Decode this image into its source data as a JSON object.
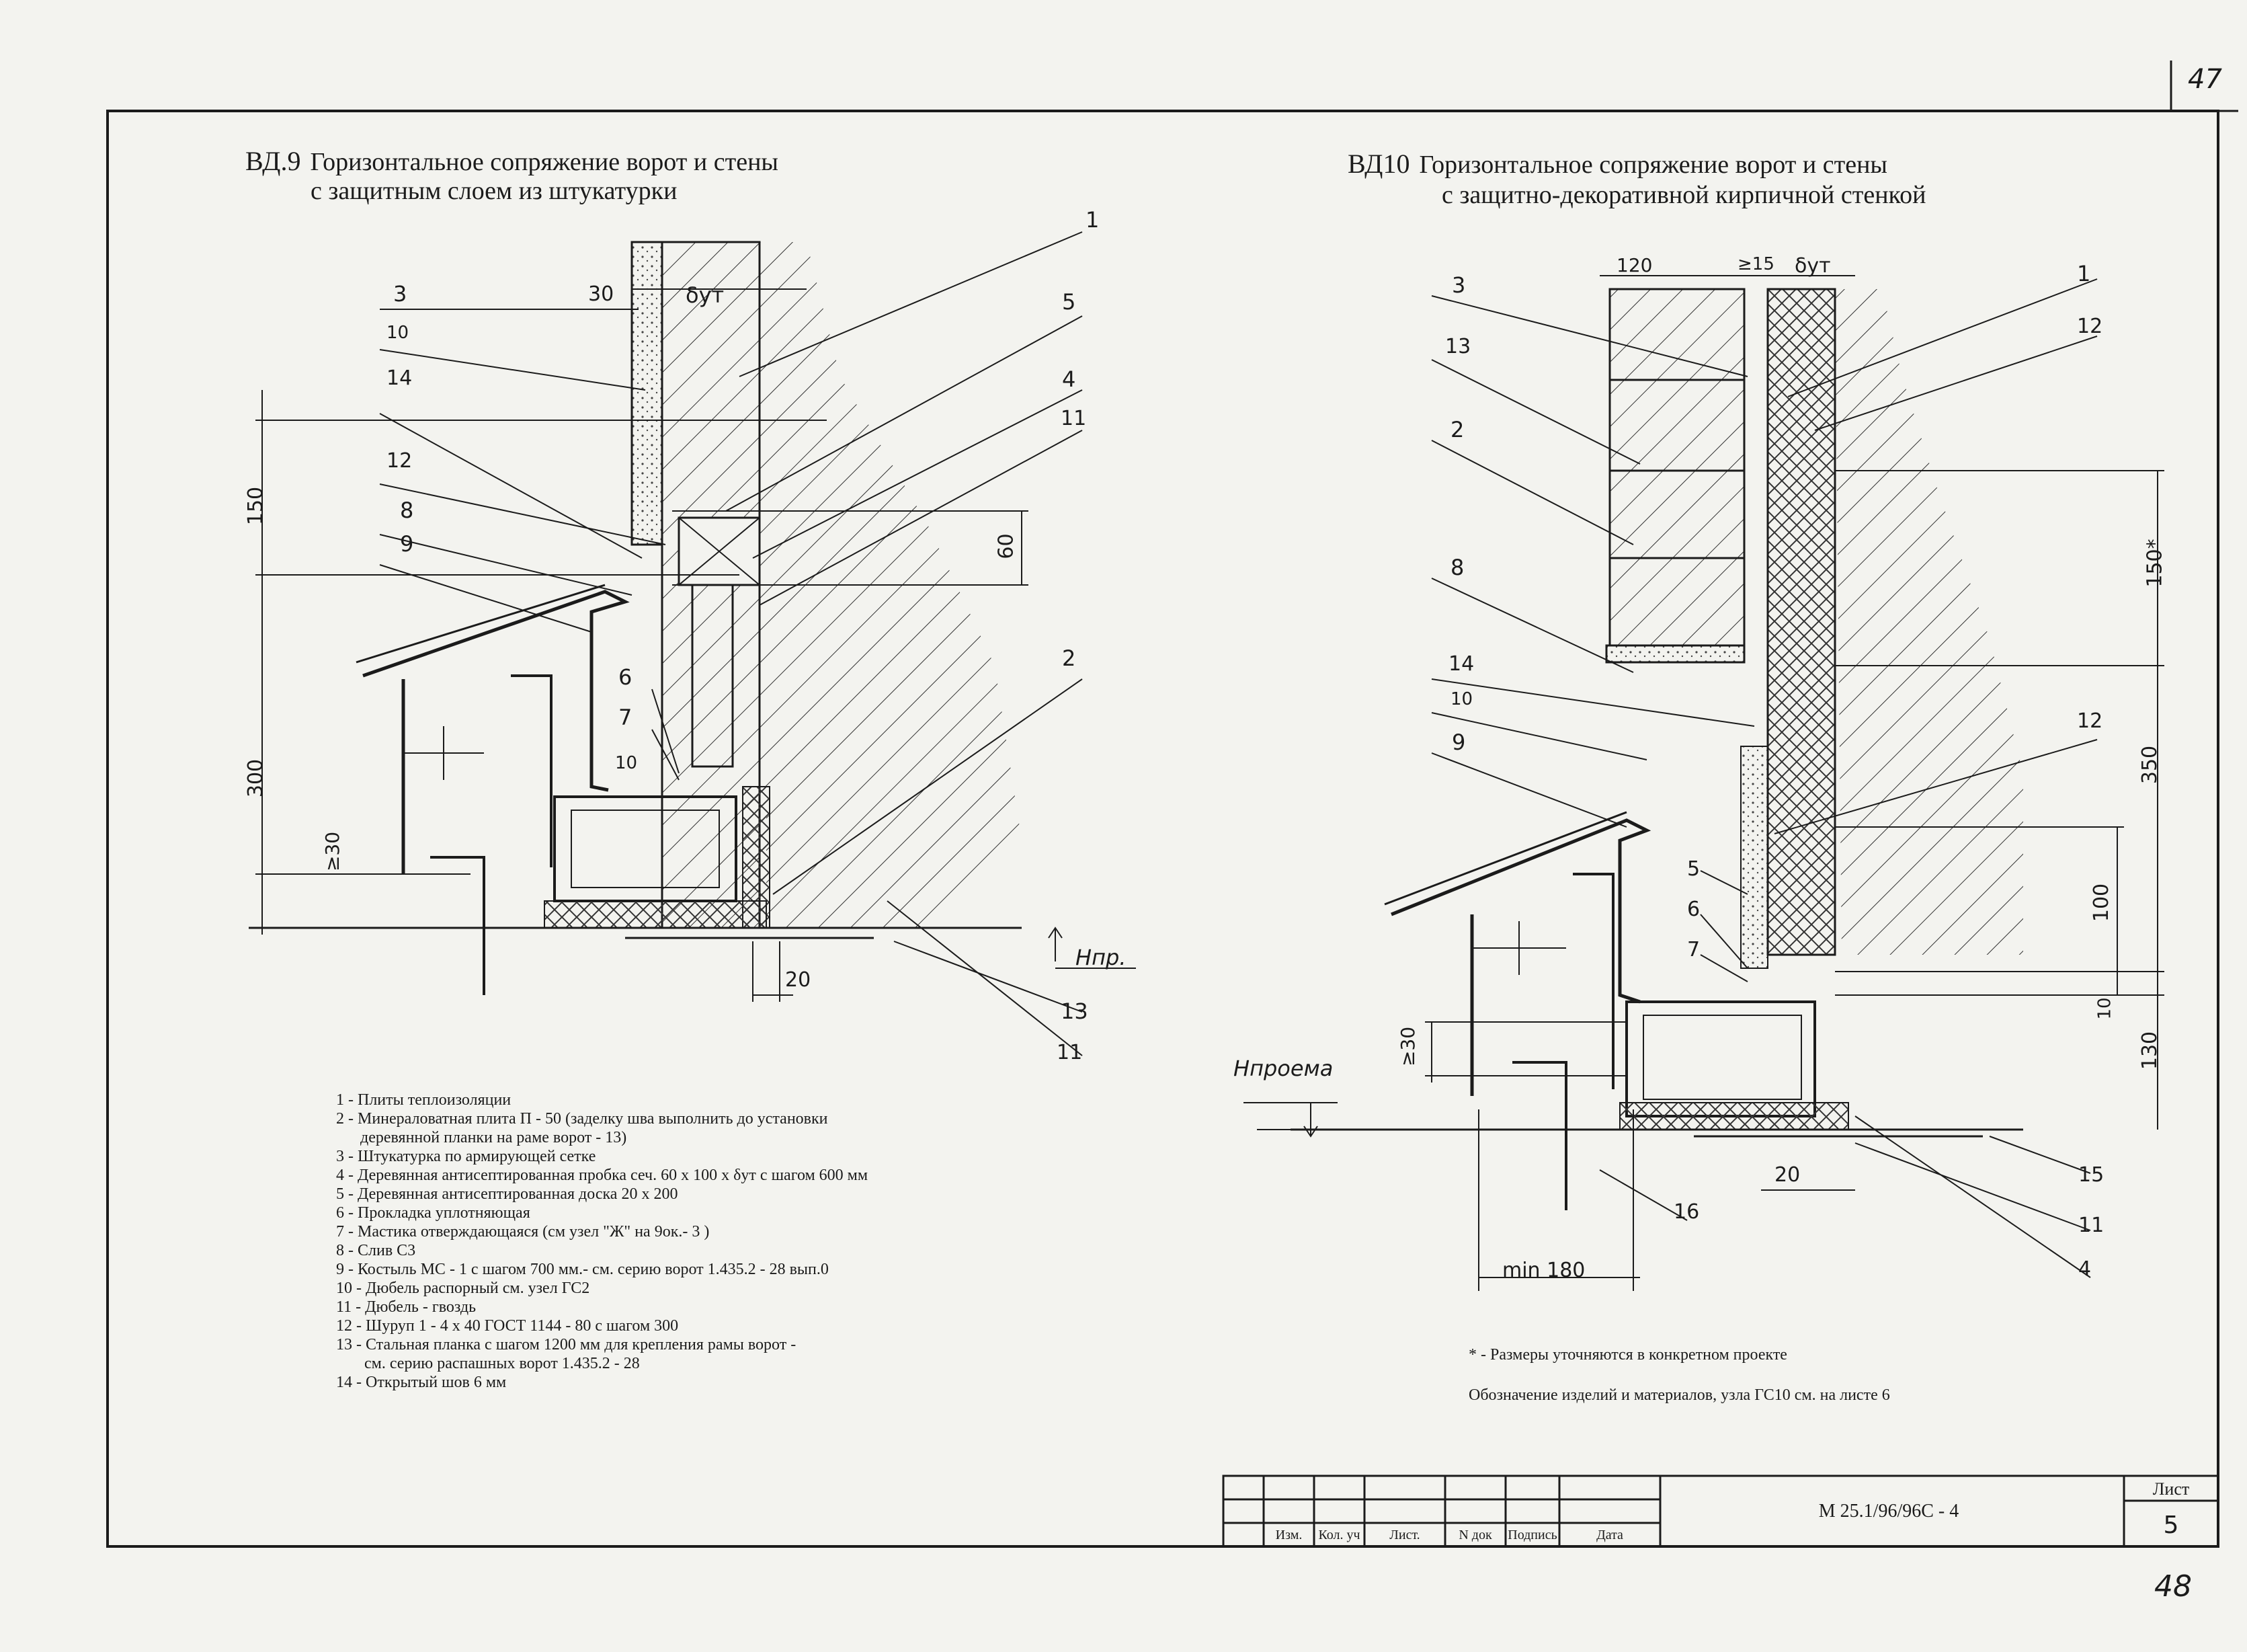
{
  "page_numbers": {
    "top_right": "47",
    "bottom_right": "48"
  },
  "left": {
    "code": "ВД.9",
    "title_line1": "Горизонтальное сопряжение ворот и стены",
    "title_line2": "с защитным слоем из штукатурки",
    "dims": {
      "d30": "30",
      "dbut": "δут",
      "d150": "150",
      "d60": "60",
      "d300": "300",
      "d30b": "≥30",
      "d10": "10",
      "d20": "20"
    },
    "level": "Hпр.",
    "callouts": [
      "1",
      "3",
      "10",
      "14",
      "12",
      "8",
      "9",
      "5",
      "4",
      "11",
      "2",
      "6",
      "7",
      "13",
      "11"
    ]
  },
  "right": {
    "code": "ВД10",
    "title_line1": "Горизонтальное сопряжение ворот и стены",
    "title_line2": "с защитно-декоративной кирпичной стенкой",
    "dims": {
      "d120": "120",
      "d15": "≥15",
      "dbut": "δут",
      "d150": "150*",
      "d350": "350",
      "d100": "100",
      "d10": "10",
      "d130": "130",
      "d30": "≥30",
      "d20": "20",
      "dmin": "min 180"
    },
    "level": "Hпроема",
    "callouts": [
      "3",
      "1",
      "12",
      "13",
      "2",
      "8",
      "14",
      "10",
      "9",
      "12",
      "5",
      "6",
      "7",
      "15",
      "16",
      "11",
      "4"
    ]
  },
  "legend": [
    "1 - Плиты теплоизоляции",
    "2 - Минераловатная плита П - 50 (заделку шва выполнить до установки",
    "      деревянной планки на раме ворот - 13)",
    "3 - Штукатурка по армирующей сетке",
    "4 - Деревянная антисептированная пробка сеч. 60 x 100 x δут с шагом 600 мм",
    "5 - Деревянная антисептированная доска 20 x 200",
    "6 - Прокладка уплотняющая",
    "7 - Мастика отверждающаяся (см узел \"Ж\" на 9ок.- 3 )",
    "8 - Слив С3",
    "9 - Костыль МС - 1 с шагом 700 мм.- см. серию ворот 1.435.2 - 28 вып.0",
    "10 - Дюбель распорный см. узел ГС2",
    "11 - Дюбель - гвоздь",
    "12 - Шуруп 1 - 4 x 40 ГОСТ 1144 - 80 с шагом 300",
    "13 - Стальная планка с шагом 1200 мм для крепления рамы ворот -",
    "       см. серию распашных ворот 1.435.2 - 28",
    "14 - Открытый шов 6 мм"
  ],
  "notes": {
    "asterisk": "* - Размеры уточняются в конкретном проекте",
    "designation": "Обозначение изделий и материалов, узла ГС10 см. на листе 6"
  },
  "title_block": {
    "headers": [
      "Изм.",
      "Кол. уч",
      "Лист.",
      "N док",
      "Подпись",
      "Дата"
    ],
    "doc_code": "М 25.1/96/96С - 4",
    "sheet_label": "Лист",
    "sheet_number": "5"
  }
}
